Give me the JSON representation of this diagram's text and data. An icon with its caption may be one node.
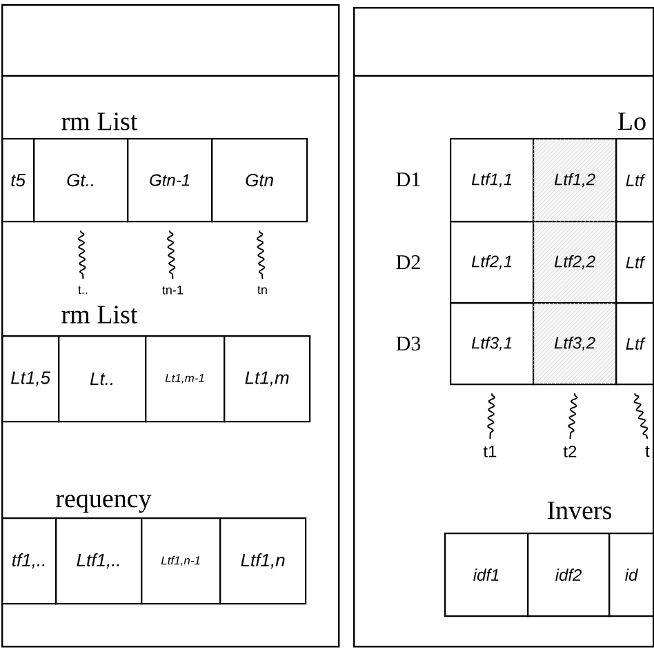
{
  "diagram": {
    "nodes": [
      {
        "text": [],
        "shape": "box"
      },
      {
        "text": [
          "t5"
        ],
        "in": 0
      },
      {
        "text": [
          "Gt.."
        ],
        "in": 0
      },
      {
        "text": [
          "Gtn-1"
        ],
        "in": 0
      },
      {
        "text": [
          "Gtn"
        ],
        "in": 0
      },
      {
        "text": [
          "t.."
        ],
        "in": 0
      },
      {
        "text": [
          "tn-1"
        ],
        "in": 0
      },
      {
        "text": [
          "tn"
        ],
        "in": 0
      },
      {
        "text": [
          "Lt1,5"
        ],
        "in": 0
      },
      {
        "text": [
          "Lt.."
        ],
        "in": 0
      },
      {
        "text": [
          "Lt1,m-1"
        ],
        "in": 0
      },
      {
        "text": [
          "Lt1,m"
        ],
        "in": 0
      },
      {
        "text": [
          "tf1,.."
        ],
        "in": 0
      },
      {
        "text": [
          "Ltf1,.."
        ],
        "in": 0
      },
      {
        "text": [
          "Ltf1,n-1"
        ],
        "in": 0
      },
      {
        "text": [
          "Ltf1,n"
        ],
        "in": 0
      },
      {
        "text": [],
        "shape": "box"
      },
      {
        "text": [
          "Ltf1,1"
        ],
        "in": 16
      },
      {
        "text": [
          "Ltf1,2"
        ],
        "in": 16
      },
      {
        "text": [
          "Ltf"
        ],
        "in": 16
      },
      {
        "text": [
          "Ltf2,1"
        ],
        "in": 16
      },
      {
        "text": [
          "Ltf2,2"
        ],
        "in": 16
      },
      {
        "text": [
          "Ltf"
        ],
        "in": 16
      },
      {
        "text": [
          "Ltf3,1"
        ],
        "in": 16
      },
      {
        "text": [
          "Ltf3,2"
        ],
        "in": 16
      },
      {
        "text": [
          "Ltf"
        ],
        "in": 16
      },
      {
        "text": [
          "t1"
        ],
        "in": 16
      },
      {
        "text": [
          "t2"
        ],
        "in": 16
      },
      {
        "text": [
          "t"
        ],
        "in": 16
      },
      {
        "text": [
          "idf1"
        ],
        "in": 16
      },
      {
        "text": [
          "idf2"
        ],
        "in": 16
      },
      {
        "text": [
          "id"
        ],
        "in": 16
      }
    ],
    "edges": [
      {
        "from": 2,
        "to": 5,
        "arrow": "none"
      },
      {
        "from": 3,
        "to": 6,
        "arrow": "none"
      },
      {
        "from": 4,
        "to": 7,
        "arrow": "none"
      },
      {
        "from": 23,
        "to": 26,
        "arrow": "none"
      },
      {
        "from": 24,
        "to": 27,
        "arrow": "none"
      },
      {
        "from": 25,
        "to": 28,
        "arrow": "none"
      }
    ],
    "labels": [
      "rm List",
      "rm List",
      "requency",
      "Lo",
      "D1",
      "D2",
      "D3",
      "Invers"
    ]
  }
}
